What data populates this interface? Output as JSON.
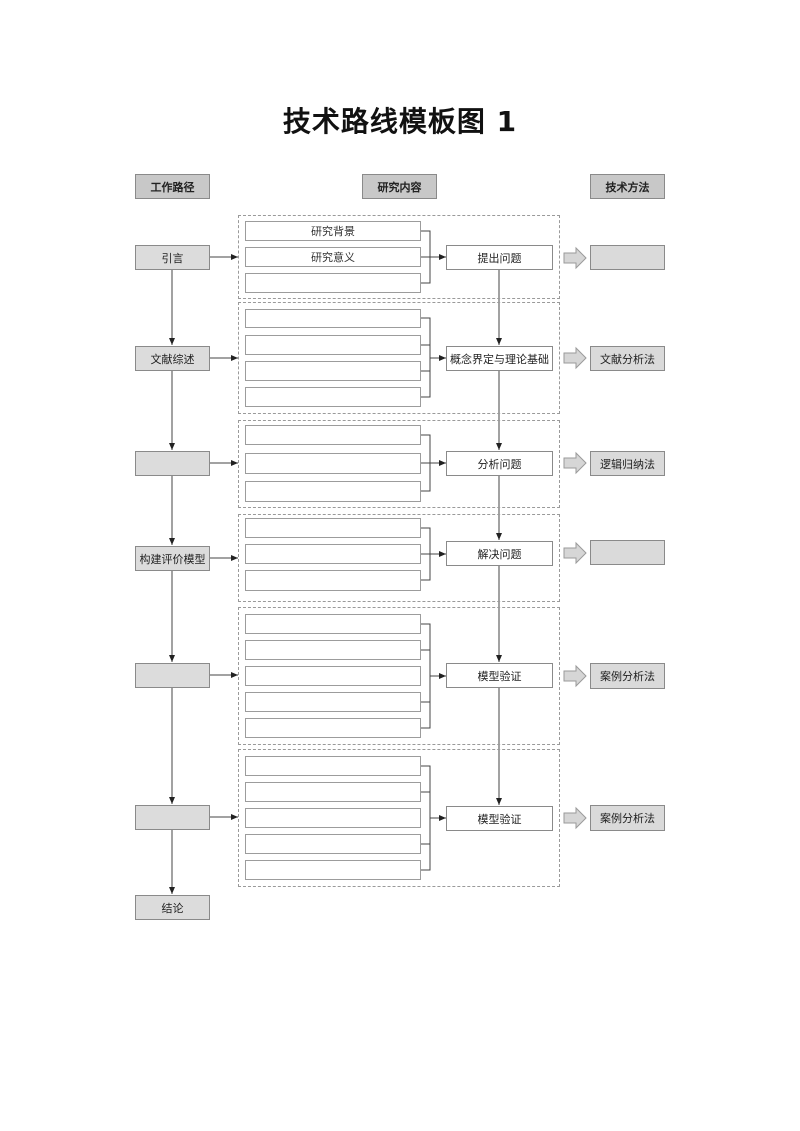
{
  "title": "技术路线模板图 1",
  "headers": {
    "work_path": "工作路径",
    "research_content": "研究内容",
    "tech_method": "技术方法"
  },
  "work_path": [
    {
      "label": "引言"
    },
    {
      "label": "文献综述"
    },
    {
      "label": ""
    },
    {
      "label": "构建评价模型"
    },
    {
      "label": ""
    },
    {
      "label": ""
    },
    {
      "label": "结论"
    }
  ],
  "sections": [
    {
      "items": [
        "研究背景",
        "研究意义",
        ""
      ],
      "center": "提出问题",
      "method": ""
    },
    {
      "items": [
        "",
        "",
        "",
        ""
      ],
      "center": "概念界定与理论基础",
      "method": "文献分析法"
    },
    {
      "items": [
        "",
        "",
        ""
      ],
      "center": "分析问题",
      "method": "逻辑归纳法"
    },
    {
      "items": [
        "",
        "",
        ""
      ],
      "center": "解决问题",
      "method": ""
    },
    {
      "items": [
        "",
        "",
        "",
        "",
        ""
      ],
      "center": "模型验证",
      "method": "案例分析法"
    },
    {
      "items": [
        "",
        "",
        "",
        "",
        ""
      ],
      "center": "模型验证",
      "method": "案例分析法"
    }
  ],
  "colors": {
    "header_fill": "#c8c8c8",
    "box_fill": "#dcdcdc",
    "border": "#8a8a8a",
    "dashed": "#9a9a9a",
    "arrow_fill": "#d6d6d6"
  }
}
